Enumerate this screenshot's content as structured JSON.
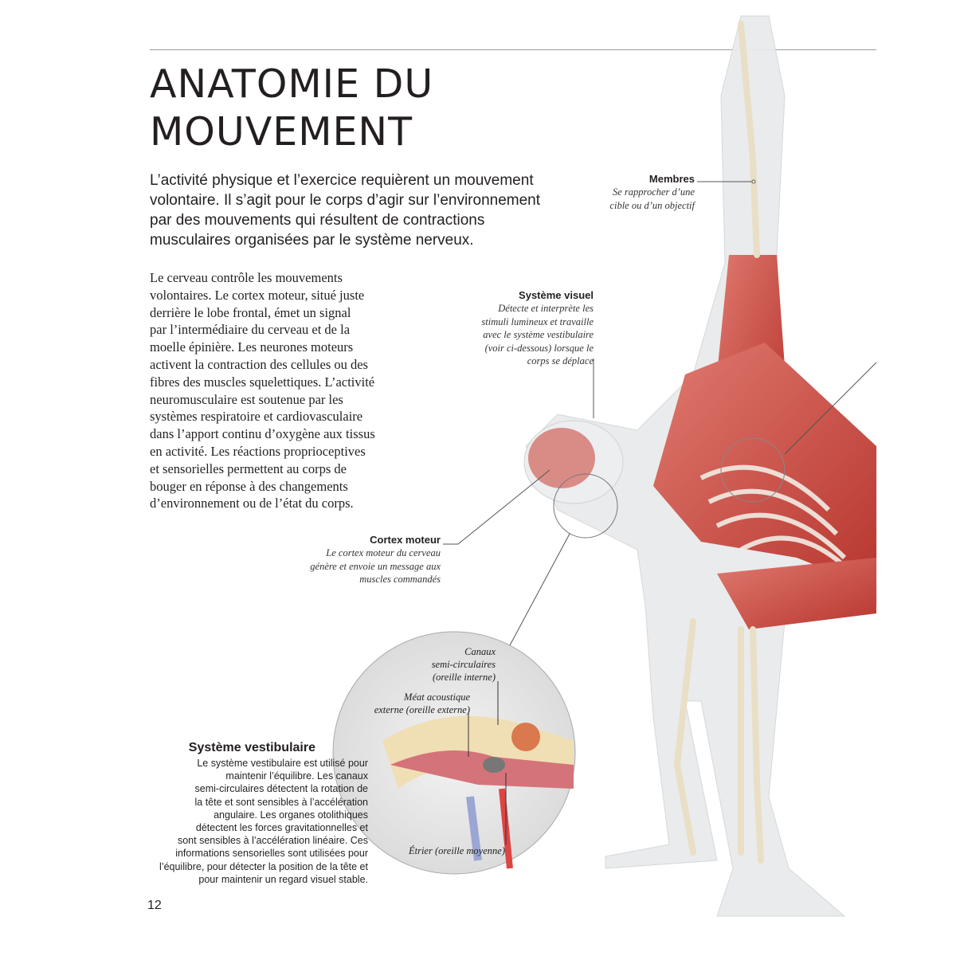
{
  "title": [
    "ANATOMIE DU",
    "MOUVEMENT"
  ],
  "lead": [
    "L’activité physique et l’exercice requièrent un mouvement",
    "volontaire. Il s’agit pour le corps d’agir sur l’environnement",
    "par des mouvements qui résultent de contractions",
    "musculaires organisées par le système nerveux."
  ],
  "body": [
    "Le cerveau contrôle les mouvements",
    "volontaires. Le cortex moteur, situé juste",
    "derrière le lobe frontal, émet un signal",
    "par l’intermédiaire du cerveau et de la",
    "moelle épinière. Les neurones moteurs",
    "activent la contraction des cellules ou des",
    "fibres des muscles squelettiques. L’activité",
    "neuromusculaire est soutenue par les",
    "systèmes respiratoire et cardiovasculaire",
    "dans l’apport continu d’oxygène aux tissus",
    "en activité. Les réactions proprioceptives",
    "et sensorielles permettent au corps de",
    "bouger en réponse à des changements",
    "d’environnement ou de l’état du corps."
  ],
  "labels": {
    "membres": {
      "title": "Membres",
      "caption": [
        "Se rapprocher d’une",
        "cible ou d’un objectif"
      ]
    },
    "visuel": {
      "title": "Système visuel",
      "caption": [
        "Détecte et interprète les",
        "stimuli lumineux et travaille",
        "avec le système vestibulaire",
        "(voir ci-dessous) lorsque le",
        "corps se déplace"
      ]
    },
    "cortex": {
      "title": "Cortex moteur",
      "caption": [
        "Le cortex moteur du cerveau",
        "génère et envoie un message aux",
        "muscles commandés"
      ]
    }
  },
  "ear": {
    "canaux": [
      "Canaux",
      "semi-circulaires",
      "(oreille interne)"
    ],
    "meat": [
      "Méat acoustique",
      "externe (oreille externe)"
    ],
    "etrier": "Étrier (oreille moyenne)"
  },
  "vestibulaire": {
    "title": "Système vestibulaire",
    "body": [
      "Le système vestibulaire est utilisé pour",
      "maintenir l’équilibre. Les canaux",
      "semi-circulaires détectent la rotation de",
      "la tête et sont sensibles à l’accélération",
      "angulaire. Les organes otolithiques",
      "détectent les forces gravitationnelles et",
      "sont sensibles à l’accélération linéaire. Ces",
      "informations sensorielles sont utilisées pour",
      "l’équilibre, pour détecter la position de la tête et",
      "pour maintenir un regard visuel stable."
    ]
  },
  "page_number": "12",
  "colors": {
    "muscle": "#c9473f",
    "body": "#e6e8ea",
    "bone": "#efe6d2",
    "rule": "#9a9a9a"
  }
}
